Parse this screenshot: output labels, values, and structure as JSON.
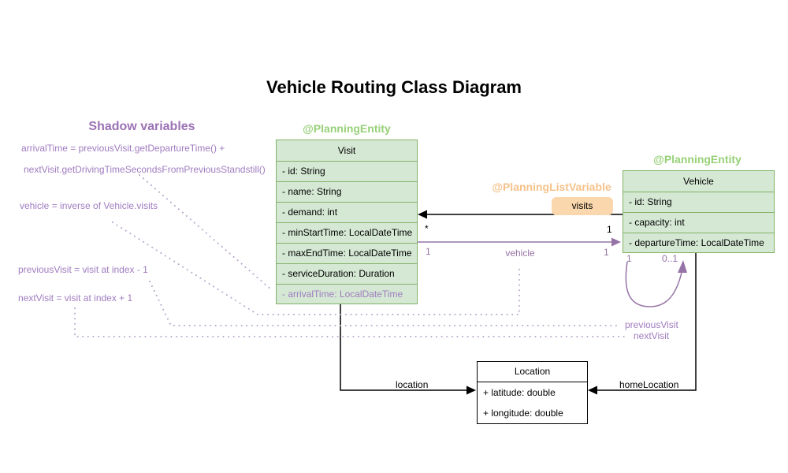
{
  "title": "Vehicle Routing Class Diagram",
  "shadow_variables": {
    "heading": "Shadow variables",
    "notes": [
      "arrivalTime = previousVisit.getDepartureTime() +",
      "nextVisit.getDrivingTimeSecondsFromPreviousStandstill()",
      "vehicle = inverse of Vehicle.visits",
      "previousVisit = visit at index - 1",
      "nextVisit = visit at index + 1"
    ]
  },
  "visit_class": {
    "annotation": "@PlanningEntity",
    "name": "Visit",
    "attributes": [
      "- id: String",
      "- name: String",
      "- demand: int",
      "- minStartTime: LocalDateTime",
      "- maxEndTime: LocalDateTime",
      "- serviceDuration: Duration",
      "- arrivalTime: LocalDateTime"
    ]
  },
  "vehicle_class": {
    "annotation": "@PlanningEntity",
    "name": "Vehicle",
    "attributes": [
      "- id: String",
      "- capacity: int",
      "- departureTime: LocalDateTime"
    ]
  },
  "location_class": {
    "name": "Location",
    "attributes": [
      "+ latitude: double",
      "+ longitude: double"
    ]
  },
  "relations": {
    "visits": {
      "annotation": "@PlanningListVariable",
      "label": "visits",
      "visit_end_multiplicity": "*",
      "vehicle_end_multiplicity": "1"
    },
    "vehicle": {
      "label": "vehicle",
      "left_multiplicity": "1",
      "right_multiplicity": "1"
    },
    "self_loop": {
      "left_multiplicity": "1",
      "right_multiplicity": "0..1",
      "previous_visit_label": "previousVisit",
      "next_visit_label": "nextVisit"
    },
    "location": {
      "label": "location"
    },
    "home_location": {
      "label": "homeLocation"
    }
  },
  "colors": {
    "class_fill_green": "#d5e8d4",
    "class_stroke_green": "#82b366",
    "annotation_green": "#97d077",
    "annotation_orange": "#f5c28a",
    "badge_orange": "#fad7ac",
    "purple": "#9673a6",
    "purple_light": "#a07cc0",
    "purple_dotted": "#b9a7cc",
    "black": "#000000"
  }
}
